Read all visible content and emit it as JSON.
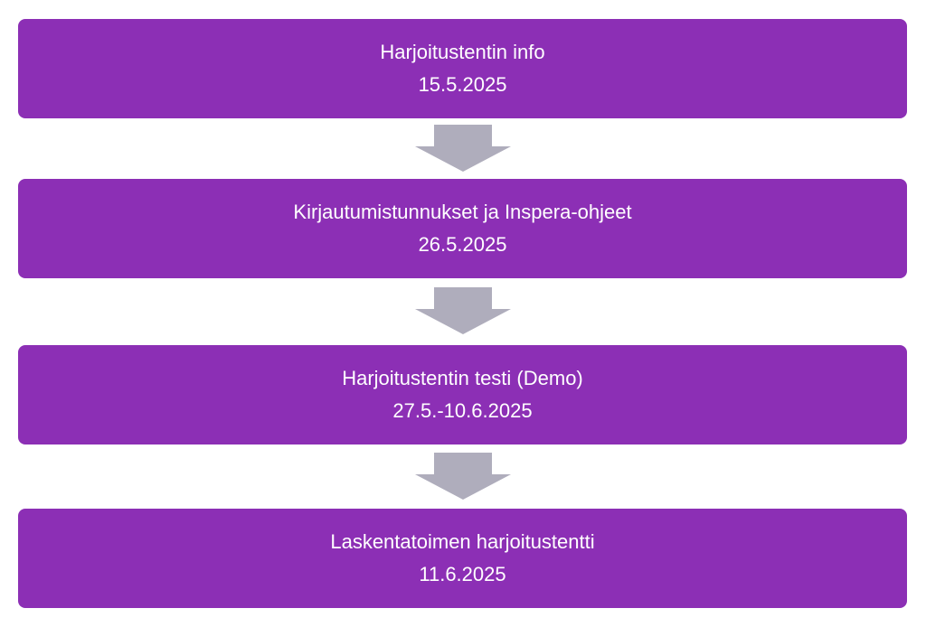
{
  "colors": {
    "step_fill": "#8c2fb5",
    "step_text": "#ffffff",
    "arrow_fill": "#afadbc"
  },
  "steps": [
    {
      "title": "Harjoitustentin info",
      "date": "15.5.2025"
    },
    {
      "title": "Kirjautumistunnukset ja Inspera-ohjeet",
      "date": "26.5.2025"
    },
    {
      "title": "Harjoitustentin testi (Demo)",
      "date": "27.5.-10.6.2025"
    },
    {
      "title": "Laskentatoimen harjoitustentti",
      "date": "11.6.2025"
    }
  ],
  "connectors": [
    {
      "icon": "down-arrow-icon"
    },
    {
      "icon": "down-arrow-icon"
    },
    {
      "icon": "down-arrow-icon"
    }
  ]
}
